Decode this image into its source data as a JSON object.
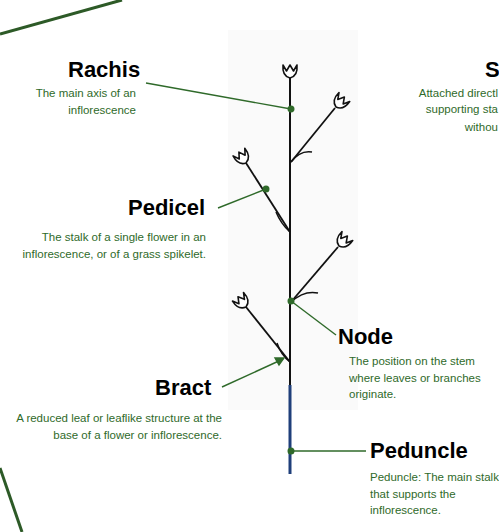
{
  "diagram": {
    "labels": [
      "Rachis",
      "The main axis of an inflorescence",
      "S",
      "Attached directl",
      "supporting sta",
      "withou",
      "Pedicel",
      "The stalk of a single flower in an inflorescence, or of a grass spikelet.",
      "Node",
      "The position on the stem where leaves or branches originate.",
      "Bract",
      "A reduced leaf or leaflike structure at the base of a flower or inflorescence.",
      "Peduncle",
      "Peduncle: The main stalk that supports the inflorescence."
    ]
  }
}
